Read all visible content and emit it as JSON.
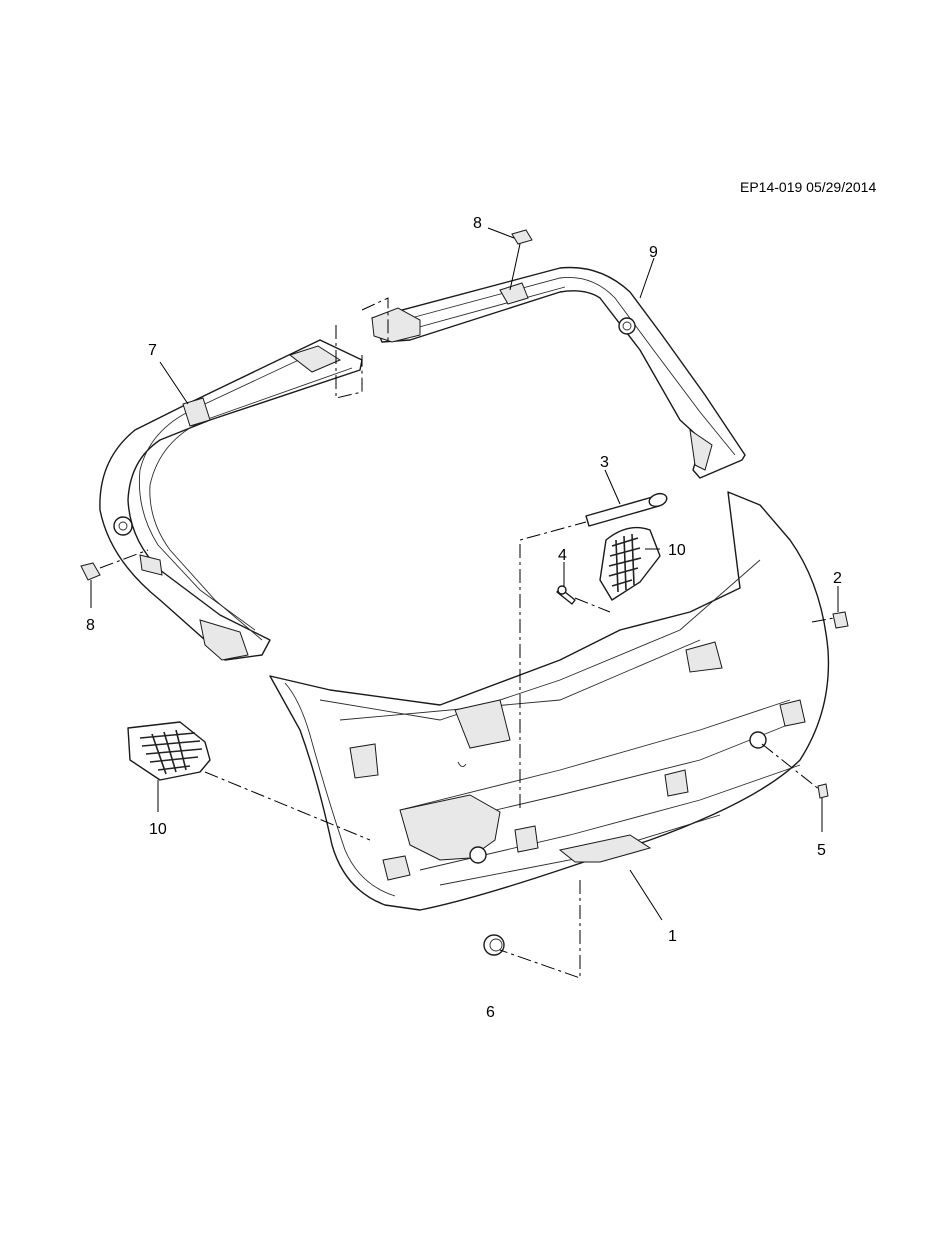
{
  "drawing": {
    "reference": "EP14-019 05/29/2014"
  },
  "callouts": {
    "c1": "1",
    "c2": "2",
    "c3": "3",
    "c4": "4",
    "c5": "5",
    "c6": "6",
    "c7": "7",
    "c8_top": "8",
    "c8_left": "8",
    "c9": "9",
    "c10_right": "10",
    "c10_left": "10"
  }
}
